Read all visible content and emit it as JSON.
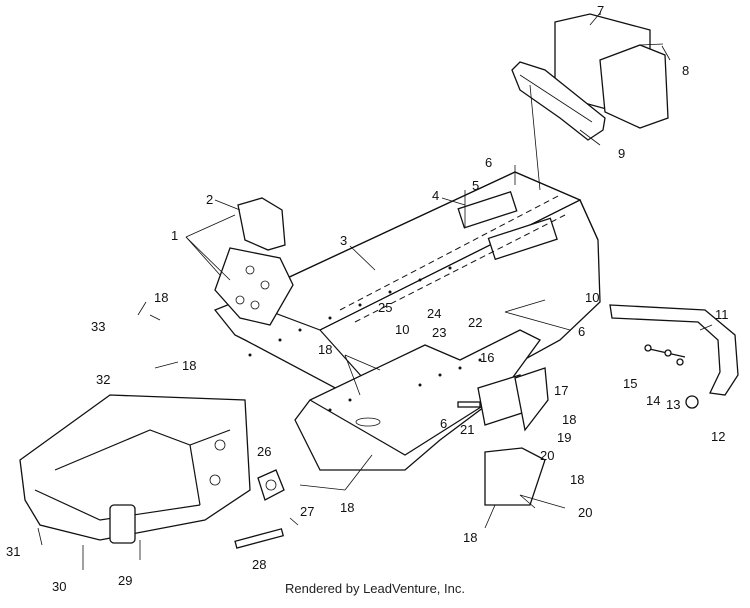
{
  "credit": "Rendered by LeadVenture, Inc.",
  "callouts": {
    "c1": "1",
    "c2": "2",
    "c3": "3",
    "c4": "4",
    "c5": "5",
    "c6a": "6",
    "c6b": "6",
    "c6c": "6",
    "c7": "7",
    "c8": "8",
    "c9": "9",
    "c10a": "10",
    "c10b": "10",
    "c11": "11",
    "c12": "12",
    "c13": "13",
    "c14": "14",
    "c15": "15",
    "c16": "16",
    "c17": "17",
    "c18a": "18",
    "c18b": "18",
    "c18c": "18",
    "c18d": "18",
    "c18e": "18",
    "c18f": "18",
    "c18g": "18",
    "c19": "19",
    "c20a": "20",
    "c20b": "20",
    "c21": "21",
    "c22": "22",
    "c23": "23",
    "c24": "24",
    "c25": "25",
    "c26": "26",
    "c27": "27",
    "c28": "28",
    "c29": "29",
    "c30": "30",
    "c31": "31",
    "c32": "32",
    "c33": "33"
  }
}
